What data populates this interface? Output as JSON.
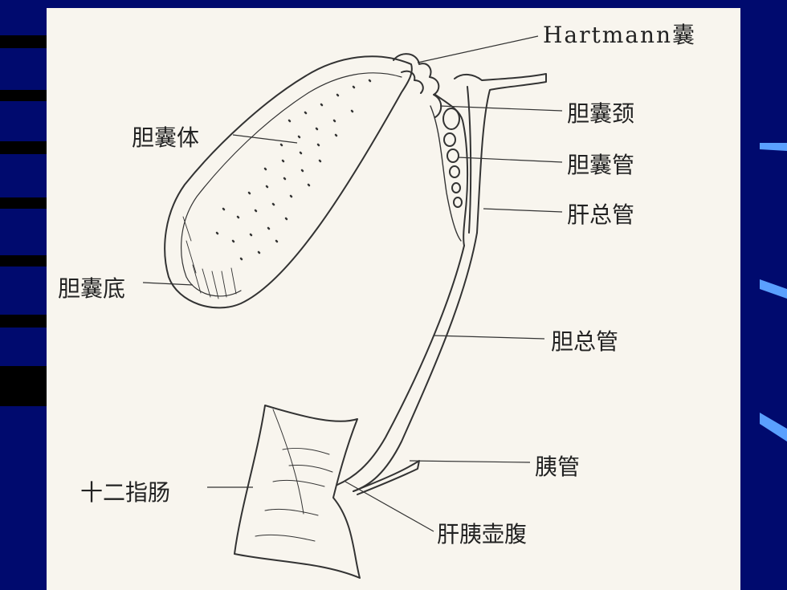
{
  "slide": {
    "background_color": "#000a6e",
    "panel_color": "#f8f5ee"
  },
  "labels": {
    "hartmann": "Hartmann囊",
    "neck": "胆囊颈",
    "body": "胆囊体",
    "cystic_duct": "胆囊管",
    "hepatic_duct": "肝总管",
    "fundus": "胆囊底",
    "common_bile_duct": "胆总管",
    "pancreatic_duct": "胰管",
    "duodenum": "十二指肠",
    "ampulla": "肝胰壶腹"
  }
}
